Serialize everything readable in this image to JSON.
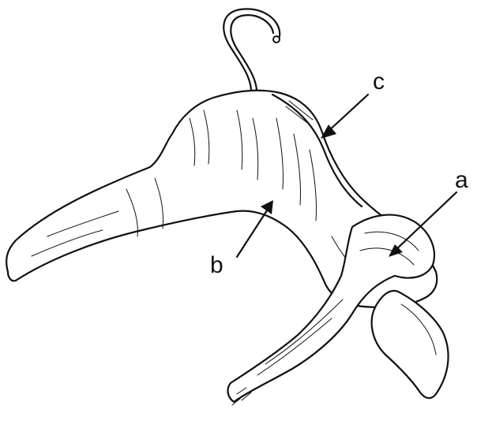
{
  "callouts": [
    {
      "id": "a",
      "label": "a"
    },
    {
      "id": "b",
      "label": "b"
    },
    {
      "id": "c",
      "label": "c"
    }
  ],
  "colors": {
    "ink": "#111111",
    "background": "#ffffff"
  }
}
